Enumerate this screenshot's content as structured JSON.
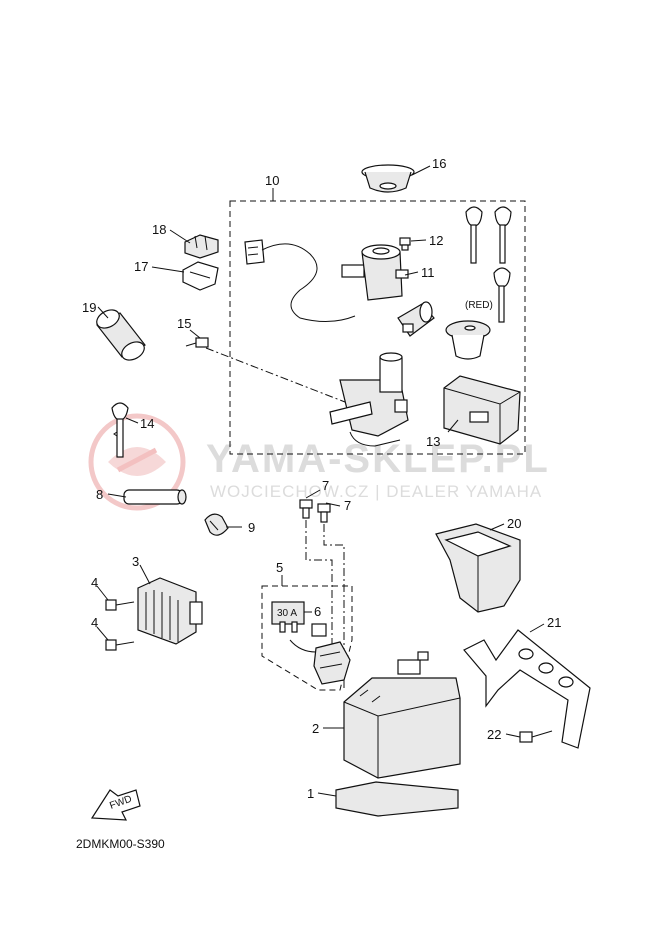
{
  "diagram": {
    "code": "2DMKM00-S390",
    "fwd_label": "FWD",
    "red_note": "(RED)",
    "fuse_label": "30 A"
  },
  "watermark": {
    "brand": "YAMA-SKLEP.PL",
    "subtitle": "WOJCIECHOW.CZ | DEALER YAMAHA"
  },
  "callouts": [
    {
      "id": "1",
      "label": "1"
    },
    {
      "id": "2",
      "label": "2"
    },
    {
      "id": "3",
      "label": "3"
    },
    {
      "id": "4a",
      "label": "4"
    },
    {
      "id": "4b",
      "label": "4"
    },
    {
      "id": "5",
      "label": "5"
    },
    {
      "id": "6",
      "label": "6"
    },
    {
      "id": "7a",
      "label": "7"
    },
    {
      "id": "7b",
      "label": "7"
    },
    {
      "id": "8",
      "label": "8"
    },
    {
      "id": "9",
      "label": "9"
    },
    {
      "id": "10",
      "label": "10"
    },
    {
      "id": "11",
      "label": "11"
    },
    {
      "id": "12",
      "label": "12"
    },
    {
      "id": "13",
      "label": "13"
    },
    {
      "id": "14",
      "label": "14"
    },
    {
      "id": "15",
      "label": "15"
    },
    {
      "id": "16",
      "label": "16"
    },
    {
      "id": "17",
      "label": "17"
    },
    {
      "id": "18",
      "label": "18"
    },
    {
      "id": "19",
      "label": "19"
    },
    {
      "id": "20",
      "label": "20"
    },
    {
      "id": "21",
      "label": "21"
    },
    {
      "id": "22",
      "label": "22"
    }
  ]
}
